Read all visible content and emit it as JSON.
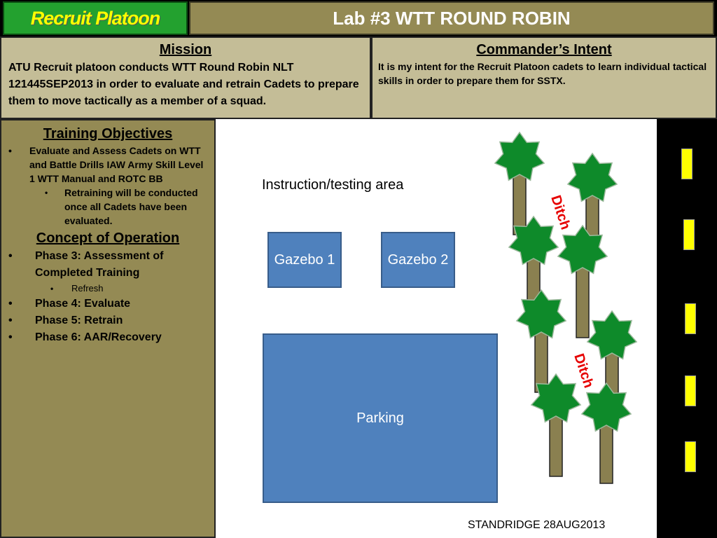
{
  "header": {
    "badge": "Recruit Platoon",
    "title": "Lab #3 WTT ROUND ROBIN"
  },
  "mission": {
    "heading": "Mission",
    "body": "ATU Recruit platoon conducts WTT Round Robin NLT 121445SEP2013 in order to evaluate and retrain Cadets to prepare them to move tactically as a member of a squad."
  },
  "intent": {
    "heading": "Commander’s Intent",
    "body": "It is my intent for the Recruit Platoon cadets to learn individual tactical skills in order to prepare them for SSTX."
  },
  "training": {
    "heading": "Training Objectives",
    "item1": "Evaluate and Assess Cadets on WTT and Battle Drills IAW Army Skill Level 1 WTT Manual and ROTC BB",
    "item1_sub": "Retraining will be conducted once all Cadets have been evaluated."
  },
  "concept": {
    "heading": "Concept of Operation",
    "phase3": "Phase 3: Assessment of Completed Training",
    "phase3_sub": "Refresh",
    "phase4": "Phase 4: Evaluate",
    "phase5": "Phase 5: Retrain",
    "phase6": "Phase 6: AAR/Recovery"
  },
  "map": {
    "instruction_label": "Instruction/testing area",
    "gazebo1": "Gazebo 1",
    "gazebo2": "Gazebo 2",
    "parking": "Parking",
    "ditch1": "Ditch",
    "ditch2": "Ditch",
    "credit": "STANDRIDGE 28AUG2013"
  },
  "colors": {
    "badge_bg": "#23a12f",
    "badge_text": "#ffff00",
    "title_bg": "#948a54",
    "panel_bg": "#c4bd97",
    "left_bg": "#948a54",
    "box_blue": "#4f81bd",
    "tree_green": "#0e8a2a",
    "trunk": "#8a8050",
    "ditch_red": "#e60000",
    "lane_yellow": "#ffff00"
  }
}
